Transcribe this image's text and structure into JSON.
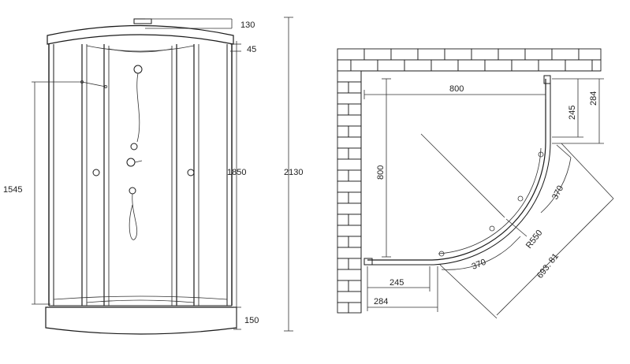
{
  "front_view": {
    "dim_top_cap": "130",
    "dim_top_offset": "45",
    "dim_shower_height": "1545",
    "dim_glass_height": "1850",
    "dim_total_height": "2130",
    "dim_tray_height": "150"
  },
  "plan_view": {
    "dim_width": "800",
    "dim_depth": "800",
    "dim_right_side_outer": "284",
    "dim_right_side_inner": "245",
    "dim_bottom_side_inner": "245",
    "dim_bottom_side_outer": "284",
    "dim_door_right": "370",
    "dim_door_bottom": "370",
    "dim_radius": "R550",
    "dim_diagonal": "693. 81"
  }
}
